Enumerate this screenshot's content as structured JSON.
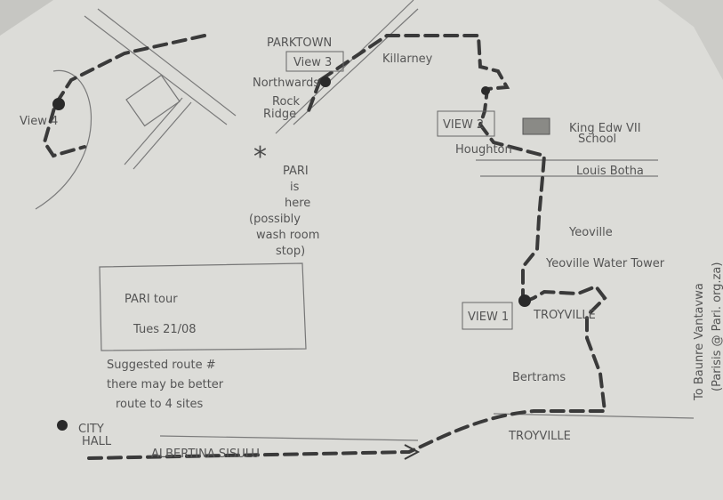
{
  "labels": {
    "parktown": "PARKTOWN",
    "view3": "View 3",
    "killarney": "Killarney",
    "northwards": "Northwards",
    "rock_ridge_1": "Rock",
    "rock_ridge_2": "Ridge",
    "view2": "VIEW 2",
    "houghton": "Houghton",
    "king_edw": "King Edw VII",
    "school": "School",
    "louis_botha": "Louis Botha",
    "yeoville": "Yeoville",
    "yeoville_water_tower": "Yeoville Water Tower",
    "view1": "VIEW 1",
    "troyville_small": "TROYVILLE",
    "bertrams": "Bertrams",
    "troyville": "TROYVILLE",
    "city_hall_1": "CITY",
    "city_hall_2": "HALL",
    "albertina": "ALBERTINA SISULU",
    "view4": "View 4",
    "pari_is_here_1": "PARI",
    "pari_is_here_2": "is",
    "pari_is_here_3": "here",
    "pari_is_here_4": "(possibly",
    "pari_is_here_5": "wash room",
    "pari_is_here_6": "stop)",
    "title_1": "PARI tour",
    "title_2": "Tues 21/08",
    "suggested_1": "Suggested route #",
    "suggested_2": "there may be better",
    "suggested_3": "route to 4 sites",
    "side_note_1": "To Baunre Vantavwa",
    "side_note_2": "(Parisis @ Pari. org.za)"
  },
  "colors": {
    "paper": "#dcdcd8",
    "ink": "#3a3a3a",
    "background": "#8e8e8c"
  }
}
